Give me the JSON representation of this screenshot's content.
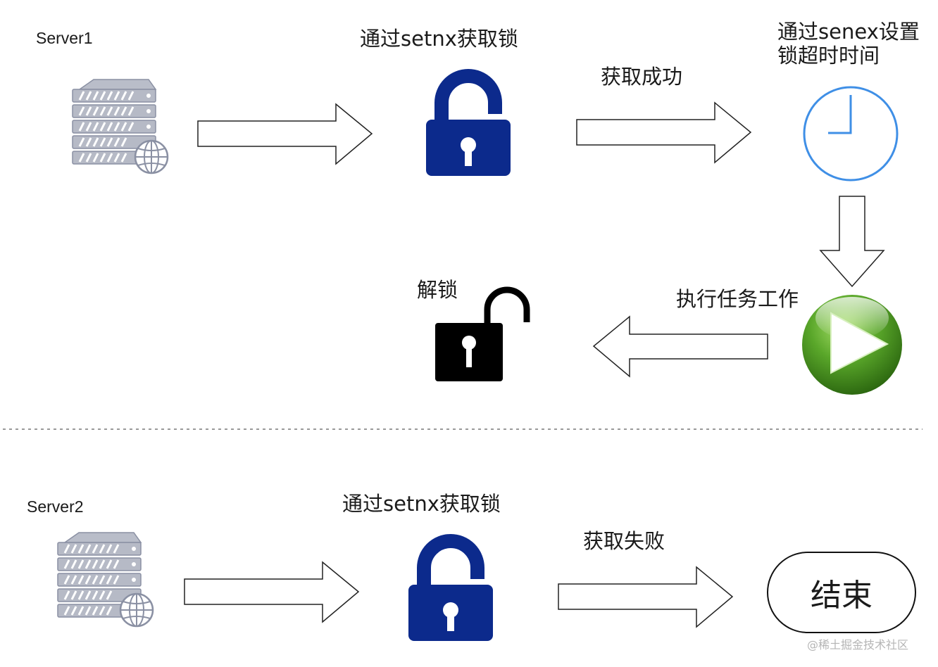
{
  "server1": {
    "label": "Server1",
    "acquire_label": "通过setnx获取锁",
    "success_label": "获取成功",
    "timeout_label": "通过senex设置\n锁超时时间",
    "work_label": "执行任务工作",
    "unlock_label": "解锁"
  },
  "server2": {
    "label": "Server2",
    "acquire_label": "通过setnx获取锁",
    "fail_label": "获取失败",
    "end_label": "结束"
  },
  "watermark": "@稀土掘金技术社区",
  "colors": {
    "lock_blue": "#0c2a8c",
    "clock_blue": "#3f8fe6",
    "play_green": "#5aa72a",
    "server_gray": "#a8adbc",
    "divider": "#999999"
  }
}
